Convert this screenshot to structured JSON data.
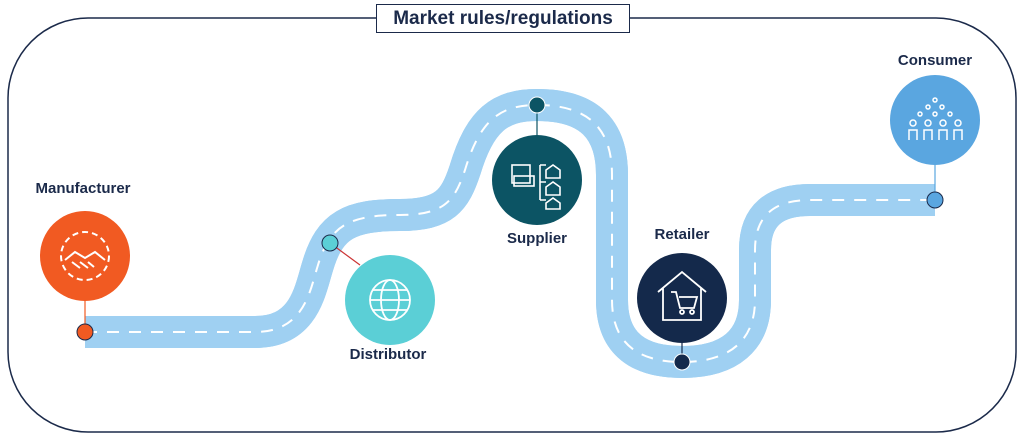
{
  "title": "Market rules/regulations",
  "stages": [
    {
      "label": "Manufacturer",
      "icon": "handshake-gear-icon",
      "color": "#f15a22"
    },
    {
      "label": "Distributor",
      "icon": "globe-icon",
      "color": "#5bcfd6"
    },
    {
      "label": "Supplier",
      "icon": "factory-warehouses-icon",
      "color": "#0c5464"
    },
    {
      "label": "Retailer",
      "icon": "store-cart-icon",
      "color": "#14294b"
    },
    {
      "label": "Consumer",
      "icon": "people-group-icon",
      "color": "#5aa6e0"
    }
  ]
}
